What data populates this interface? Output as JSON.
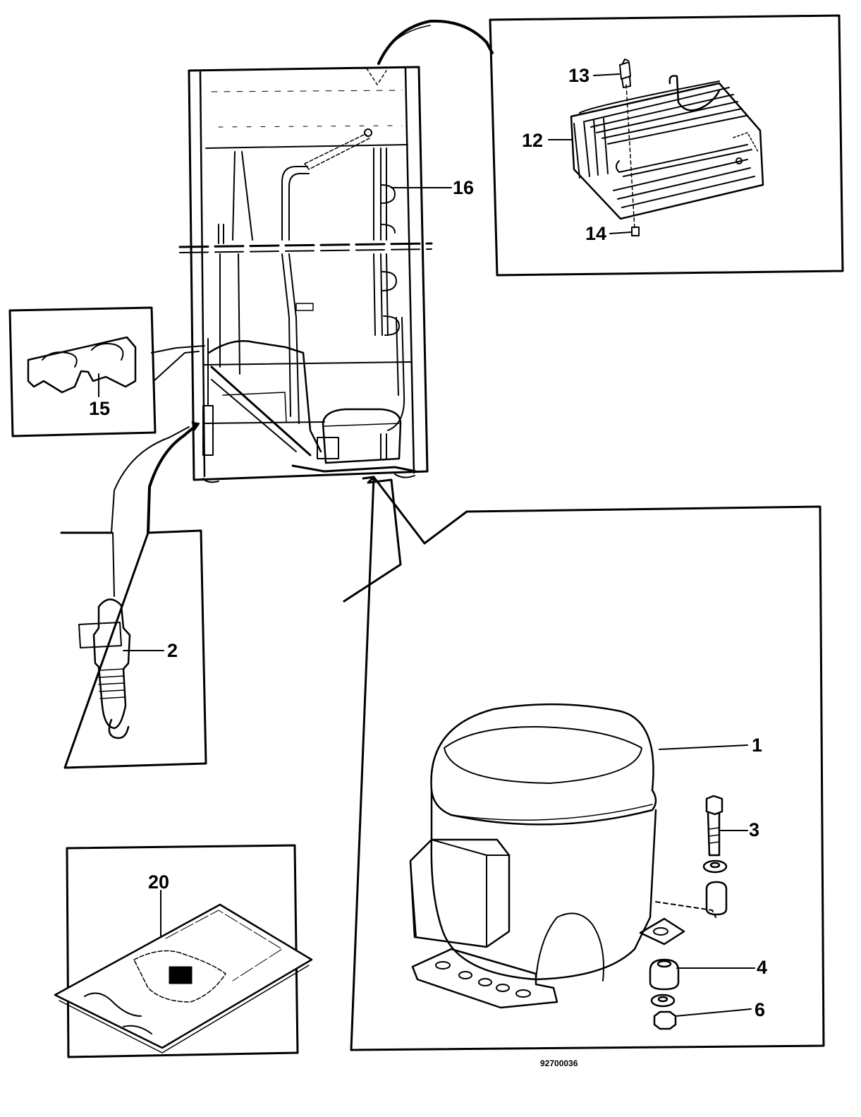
{
  "diagram": {
    "part_labels": {
      "p1": "1",
      "p2": "2",
      "p3": "3",
      "p4": "4",
      "p6": "6",
      "p12": "12",
      "p13": "13",
      "p14": "14",
      "p15": "15",
      "p16": "16",
      "p20": "20"
    },
    "drawing_code": "92700036",
    "colors": {
      "ink": "#000000",
      "paper": "#ffffff"
    }
  }
}
